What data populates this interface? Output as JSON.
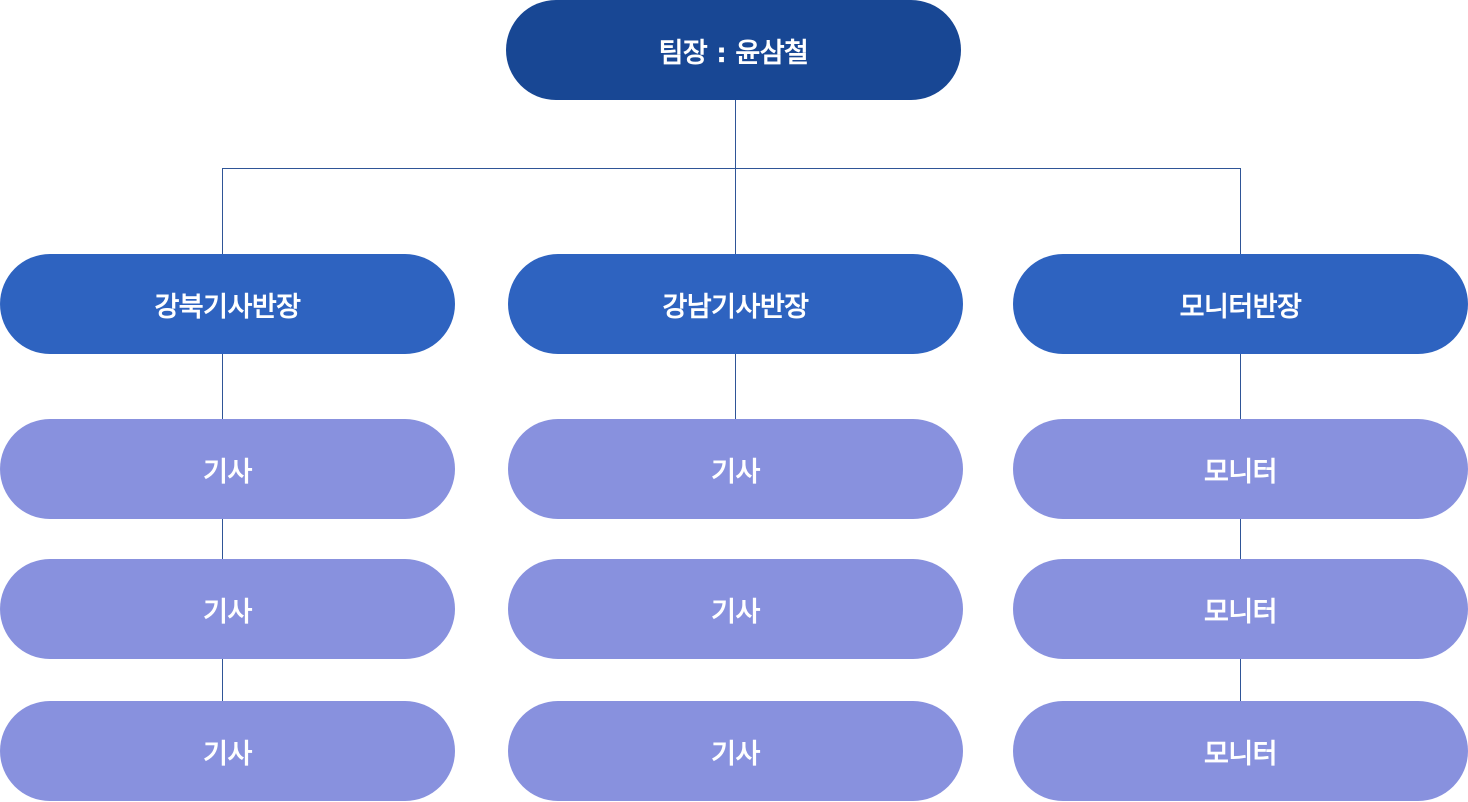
{
  "leader": {
    "label": "팀장 : 윤삼철"
  },
  "groups": [
    {
      "head": "강북기사반장",
      "members": [
        "기사",
        "기사",
        "기사"
      ]
    },
    {
      "head": "강남기사반장",
      "members": [
        "기사",
        "기사",
        "기사"
      ]
    },
    {
      "head": "모니터반장",
      "members": [
        "모니터",
        "모니터",
        "모니터"
      ]
    }
  ],
  "colors": {
    "leader": "#184794",
    "head": "#2e63c0",
    "member": "#8891de",
    "connector": "#2f5597",
    "text": "#ffffff"
  }
}
